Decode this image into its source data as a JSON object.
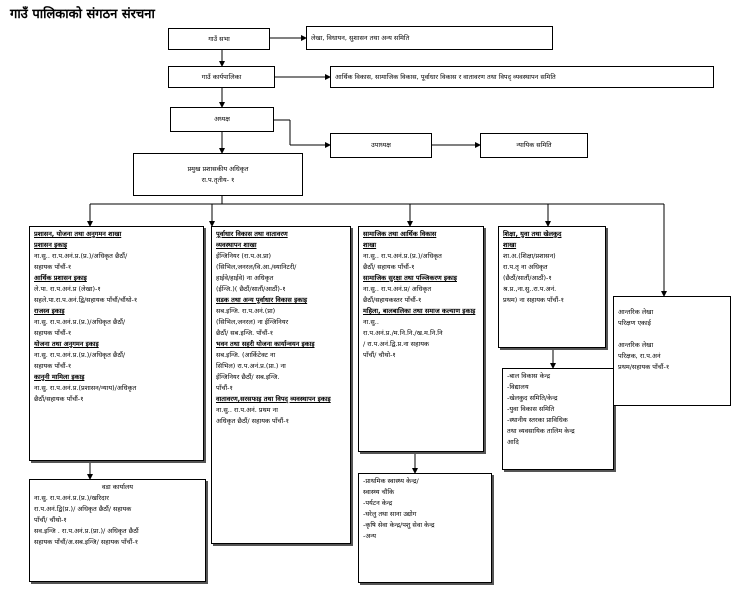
{
  "title": "गाउँ पालिकाको संगठन संरचना",
  "nodes": {
    "sabha": "गाउँ सभा",
    "sabha_committees": "लेखा, विधायन, सुशासन तथा अन्य समिति",
    "karyapalika": "गाउँ कार्यपालिका",
    "karyapalika_committees": "आर्थिक विकास, सामाजिक विकास, पूर्वाधार विकास र वातावरण तथा विपद् व्यवस्थापन समिति",
    "adhyaksha": "अध्यक्ष",
    "upadhyaksha": "उपाध्यक्ष",
    "nyayik": "न्यायिक समिति",
    "cao_line1": "प्रमुख प्रशासकीय अधिकृत",
    "cao_line2": "रा.प.तृतीय- १"
  },
  "branch1": {
    "heading": "प्रशासन, योजना तथा अनुगमन शाखा",
    "units": [
      {
        "name": "प्रशासन इकाइ",
        "lines": [
          "ना.सु.. रा.प.अनं.प्र.(प्र.)/अधिकृत छैठौं/",
          "सहायक पाँचौं-१"
        ]
      },
      {
        "name": "आर्थिक प्रशासन इकाइ",
        "lines": [
          "ले.पा. रा.प.अनं.प्र (लेखा)-१",
          "सहले.पा.रा.प.अनं.द्वि/सहायक पाँचौं/चौंथो-१"
        ]
      },
      {
        "name": "राजस्व इकाइ",
        "lines": [
          "ना.सु. रा.प.अनं.प्र.(प्र.)/अधिकृत छैठौं/",
          "सहायक पाँचौं-१"
        ]
      },
      {
        "name": "योजना तथा अनुगमन इकाइ",
        "lines": [
          "ना.सु. रा.प.अनं.प्र.(प्र.)/अधिकृत छैठौं/",
          "सहायक पाँचौं-१"
        ]
      },
      {
        "name": "कानुनी मामिला इकाइ",
        "lines": [
          "ना.सु. रा.प.अनं.प्र.(प्रशासन/न्याय)/अधिकृत",
          "छैठौं/सहायक पाँचौं-१"
        ]
      }
    ]
  },
  "wada": {
    "heading": "वडा कार्यालय",
    "lines": [
      "ना.सु. रा.प.अनं.प्र.(प्र.)/खरिदार",
      "रा.प.अनं.द्वि(प्र.)/ अधिकृत छैठौं/ सहायक",
      "पाँचौं/ चौंथो-१",
      "सव.इन्जि . रा.प.अनं.प्र.(प्रा.)/ अधिकृत छैठौं",
      "सहायक पाँचौं/अ.सब.इन्जि/ सहायक पाँचौं-१"
    ]
  },
  "branch2": {
    "heading": "पूर्वाधार विकास तथा वातावरण",
    "sub": "व्यवस्थापन शाखा",
    "lines": [
      "ईन्जिनियर (रा.प.अ.प्रा)",
      "(सिभिल,जनरल/वि.आ./स्यानिटरी/",
      "हाईवे/हाईवे) ना अधिकृत",
      "(ईन्जि.)( छैठौं/सातौं/आठौं)-१"
    ],
    "units": [
      {
        "name": "सडक तथा अन्य पूर्वाधार विकास इकाइ",
        "lines": [
          "सब.इन्जि. रा.प.अनं.(प्रा)",
          "(सिभिल,जनरल) ना ईन्जिनियर",
          "छैठौं/ सब.इन्जि. पाँचौं-१"
        ]
      },
      {
        "name": "भवन तथा सहरी योजना कार्यान्वयन इकाइ",
        "lines": [
          "सब.इन्जि. (आर्किटेक्ट ना",
          "सिभिल) रा.प.अनं.प्र.(प्रा.) ना",
          "ईन्जिनियर छैठौं/ सब.इन्जि.",
          "पाँचौं-१"
        ]
      },
      {
        "name": "वातावरण,सरसफाइ तथा विपद् व्यवस्थापन इकाइ",
        "lines": [
          "ना.सु.. रा.प.अनं. प्रथम ना",
          "अधिकृत छैठौं/ सहायक पाँचौं-१"
        ]
      }
    ]
  },
  "branch3": {
    "heading": "सामाजिक तथा आर्थिक विकास",
    "sub": "शाखा",
    "lines": [
      "ना.सु.. रा.प.अनं.प्र.(प्र.)/अधिकृत",
      "छैठौं/ सहायक पाँचौं-१"
    ],
    "units": [
      {
        "name": "सामाजिक सुरक्षा तथा पञ्जिकरण इकाइ",
        "lines": [
          "ना.सु.. रा.प.अनं.प्र/ अधिकृत",
          "छैठौं/सहायकस्तर पाँचौं-१"
        ]
      },
      {
        "name": "महिला, बालबालिका तथा समाज कल्याण इकाइ",
        "lines": [
          "ना.सु..",
          "रा.प.अनं.प्र./म.नि.नि./ख.म.नि.नि",
          "/ रा.प.अनं.द्वि.प्र.ना सहायक",
          "पाँचौं/ चौथो-१"
        ]
      }
    ]
  },
  "health": {
    "lines": [
      "-प्राथमिक स्वास्थ्य केन्द्र/",
      "स्वास्थ्य चौकि",
      "-पर्यटन केन्द्र",
      "-घरेलु तथा साना उद्योग",
      "-कृषि सेवा केन्द्र/पशु सेवा केन्द्र",
      "-अन्य"
    ]
  },
  "branch4": {
    "heading": "शिक्षा, युवा तथा खेलकुद",
    "sub": "शाखा",
    "lines": [
      "शा.अ.(शिक्षा/प्रशासन)",
      "रा.प.तृ ना अधिकृत",
      "(छैठौं/सातौं/आठौं)-१",
      "श्र.प्र.,ना.सु..रा.प.अनं.",
      "प्रथम) ना सहायक पाँचौं-१"
    ]
  },
  "schools": {
    "lines": [
      "-बाल विकास केन्द्र",
      "-विद्यालय",
      "-खेलकुद समिति/केन्द्र",
      "-युवा विकास समिति",
      "-स्थानीय स्तरका प्राविधिक",
      "तथा व्यवसायिक तालिम केन्द्र",
      "आदि"
    ]
  },
  "audit": {
    "lines": [
      "आन्तरिक लेखा",
      "परिक्षण एकाई",
      "",
      "आन्तरिक लेखा",
      "परिक्षक, रा.प.अनं",
      "प्रथम/सहायक पाँचौं-१"
    ]
  }
}
